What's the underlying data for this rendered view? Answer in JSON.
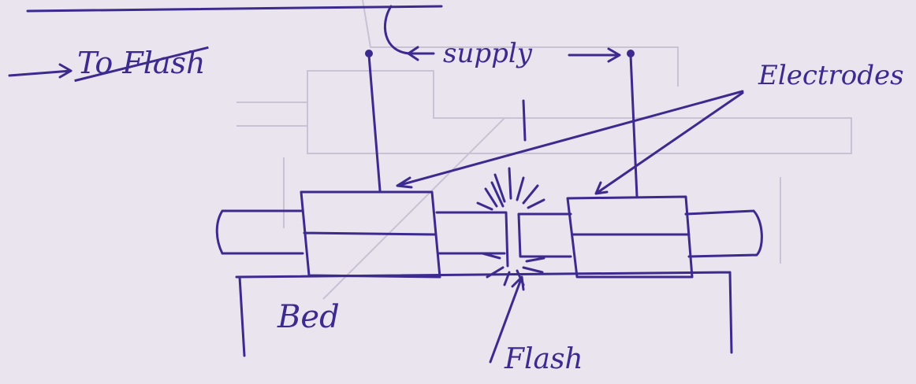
{
  "labels": {
    "supply": "supply",
    "electrodes": "Electrodes",
    "bed": "Bed",
    "flash": "Flash",
    "struck_out": "To Flash"
  },
  "colors": {
    "ink": "#3d2a8f",
    "paper": "#e9e4ee",
    "ghost": "#c9c1d4"
  }
}
